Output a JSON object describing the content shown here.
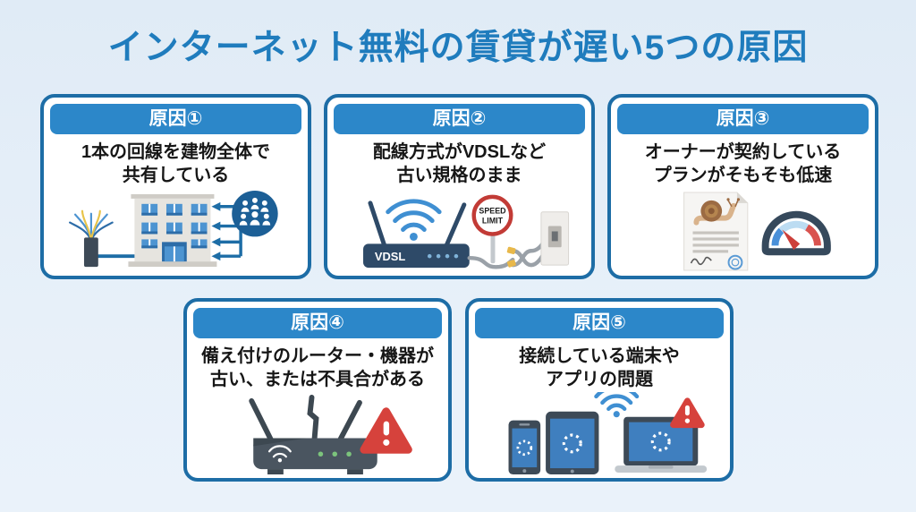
{
  "title": "インターネット無料の賃貸が遅い5つの原因",
  "colors": {
    "background": "#e7f0f9",
    "title_text": "#1f7cbd",
    "card_border": "#1d6da6",
    "card_header_bg": "#2c87c9",
    "card_header_text": "#ffffff",
    "body_text": "#161616",
    "warning_red": "#d6423c",
    "wifi_blue": "#3f8fd2"
  },
  "cards": [
    {
      "header": "原因①",
      "body_line1": "1本の回線を建物全体で",
      "body_line2": "共有している"
    },
    {
      "header": "原因②",
      "body_line1": "配線方式がVDSLなど",
      "body_line2": "古い規格のまま"
    },
    {
      "header": "原因③",
      "body_line1": "オーナーが契約している",
      "body_line2": "プランがそもそも低速"
    },
    {
      "header": "原因④",
      "body_line1": "備え付けのルーター・機器が",
      "body_line2": "古い、または不具合がある"
    },
    {
      "header": "原因⑤",
      "body_line1": "接続している端末や",
      "body_line2": "アプリの問題"
    }
  ],
  "illustration_labels": {
    "router_model": "VDSL",
    "speed_sign_line1": "SPEED",
    "speed_sign_line2": "LIMIT"
  }
}
